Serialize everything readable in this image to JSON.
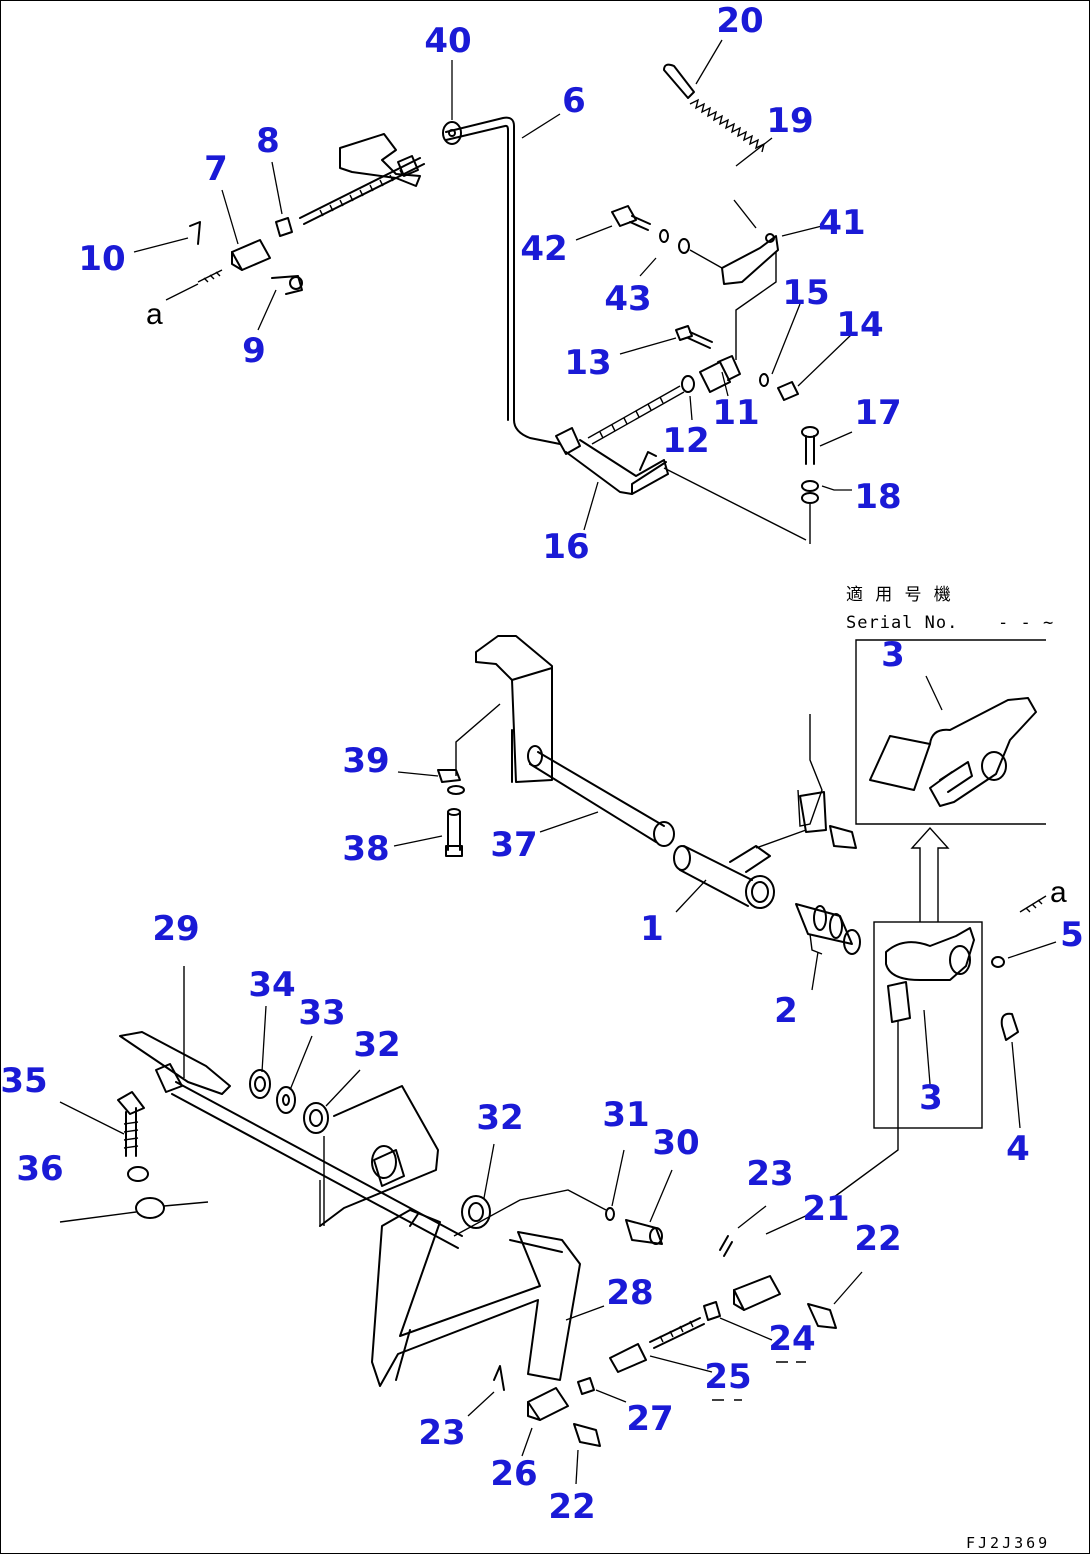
{
  "callouts": [
    {
      "label": "1"
    },
    {
      "label": "2"
    },
    {
      "label": "3"
    },
    {
      "label": "3"
    },
    {
      "label": "4"
    },
    {
      "label": "5"
    },
    {
      "label": "6"
    },
    {
      "label": "7"
    },
    {
      "label": "8"
    },
    {
      "label": "9"
    },
    {
      "label": "10"
    },
    {
      "label": "11"
    },
    {
      "label": "12"
    },
    {
      "label": "13"
    },
    {
      "label": "14"
    },
    {
      "label": "15"
    },
    {
      "label": "16"
    },
    {
      "label": "17"
    },
    {
      "label": "18"
    },
    {
      "label": "19"
    },
    {
      "label": "20"
    },
    {
      "label": "21"
    },
    {
      "label": "22"
    },
    {
      "label": "22"
    },
    {
      "label": "23"
    },
    {
      "label": "23"
    },
    {
      "label": "24"
    },
    {
      "label": "25"
    },
    {
      "label": "26"
    },
    {
      "label": "27"
    },
    {
      "label": "28"
    },
    {
      "label": "29"
    },
    {
      "label": "30"
    },
    {
      "label": "31"
    },
    {
      "label": "32"
    },
    {
      "label": "32"
    },
    {
      "label": "33"
    },
    {
      "label": "34"
    },
    {
      "label": "35"
    },
    {
      "label": "36"
    },
    {
      "label": "37"
    },
    {
      "label": "38"
    },
    {
      "label": "39"
    },
    {
      "label": "40"
    },
    {
      "label": "41"
    },
    {
      "label": "42"
    },
    {
      "label": "43"
    }
  ],
  "connection_labels": {
    "left": "a",
    "right": "a"
  },
  "inset": {
    "title_jp": "適 用 号 機",
    "title_en": "Serial No.",
    "serial_value": "- - ~"
  },
  "figure_code": "FJ2J369"
}
